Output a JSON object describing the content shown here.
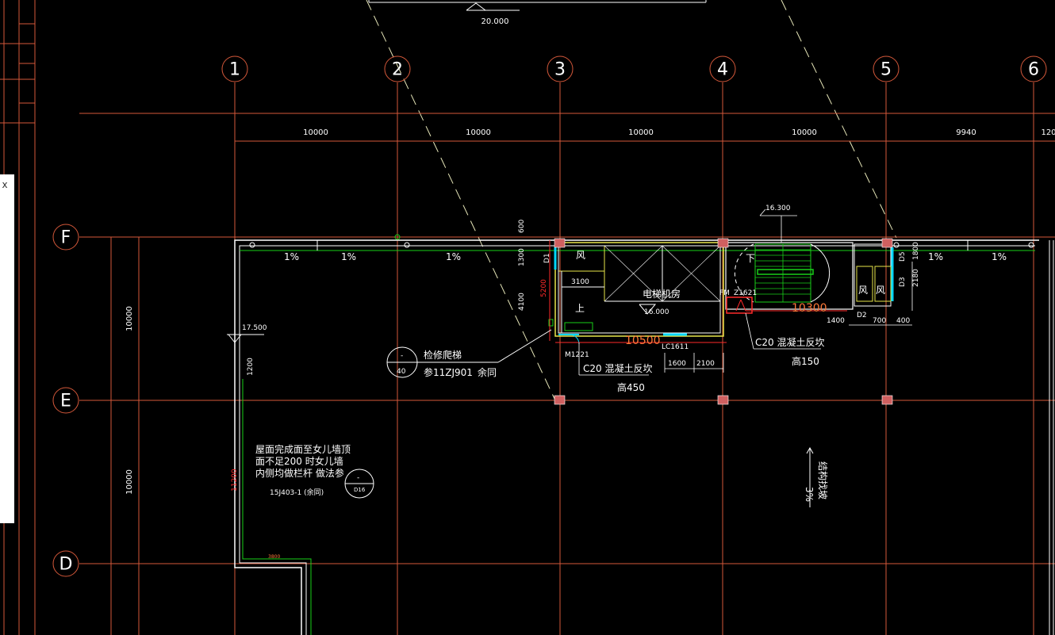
{
  "colors": {
    "background": "#000000",
    "axis": "#d4583a",
    "wall": "#ffffff",
    "green": "#19d019",
    "yellow": "#e7e64a",
    "cyan": "#00d8ff",
    "red": "#ff2a2a",
    "orange": "#ff7a3a",
    "dash": "#e6e6b8"
  },
  "top": {
    "elevation": "20.000"
  },
  "axes_columns": [
    "1",
    "2",
    "3",
    "4",
    "5",
    "6"
  ],
  "axes_rows": [
    "F",
    "E",
    "D"
  ],
  "dims_top": [
    "10000",
    "10000",
    "10000",
    "10000",
    "9940",
    "120"
  ],
  "dims_left": [
    "10000",
    "10000"
  ],
  "slopes": [
    "1%",
    "1%",
    "1%",
    "1%",
    "1%"
  ],
  "room": {
    "elevator_room": "电梯机房",
    "elev_16": "16.000",
    "elev_16_300": "16.300",
    "wind_1": "风",
    "wind_2": "风",
    "wind_3": "风",
    "down": "下",
    "up": "上",
    "dim_3100": "3100",
    "dim_5200": "5200",
    "dim_4100": "4100",
    "dim_1300": "1300",
    "dim_600": "600",
    "d1": "D1",
    "d2": "D2",
    "d3": "D3",
    "d5": "D5",
    "dim_1800": "1800",
    "dim_2180": "2180",
    "dim_10500": "10500",
    "dim_10300": "10300",
    "dim_1400": "1400",
    "dim_700": "700",
    "dim_400": "400",
    "dim_1600": "1600",
    "dim_2100": "2100",
    "m1221": "M1221",
    "lc1611": "LC1611",
    "fm": "FM",
    "z1621": "Z1621",
    "c20_left": "C20  混凝土反坎",
    "h450": "高450",
    "c20_right": "C20  混凝土反坎",
    "h150": "高150"
  },
  "ladder": {
    "title": "检修爬梯",
    "ref": "参11ZJ901",
    "same": "余同",
    "sym_top": "-",
    "sym_bottom": "40"
  },
  "left_notes": {
    "elev_17500": "17.500",
    "dim_1200": "1200",
    "line1": "屋面完成面至女儿墙顶",
    "line2": "面不足200  时女儿墙",
    "line3": "内侧均做栏杆   做法参",
    "line4": "15J403-1      (余同)",
    "sym_top": "-",
    "sym_bottom": "D16",
    "dim_3800": "3800",
    "parapet_dim": "11200"
  },
  "right_notes": {
    "slope": "3%",
    "struct": "结构找坡"
  },
  "panel_close": "x"
}
